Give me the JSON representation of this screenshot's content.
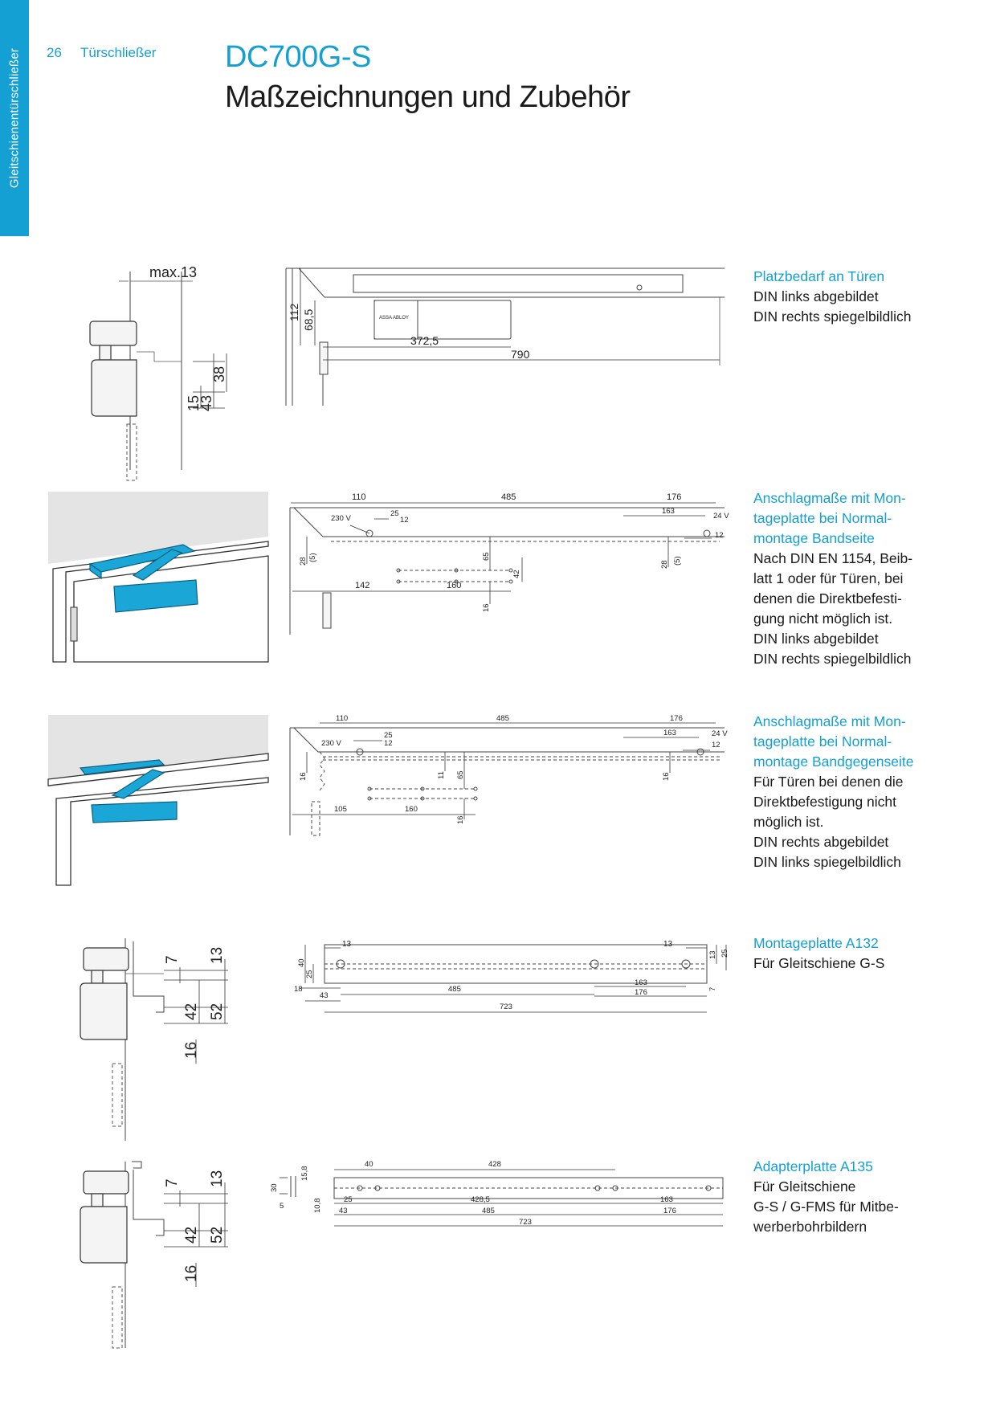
{
  "header": {
    "side_tab": "Gleitschienentürschließer",
    "page_number": "26",
    "section": "Türschließer",
    "title": "DC700G-S",
    "subtitle": "Maßzeichnungen und Zubehör"
  },
  "colors": {
    "accent": "#14a0d2",
    "text": "#1a1a1a",
    "product_blue": "#1aa6d6"
  },
  "captions": [
    {
      "heading": "Platzbedarf an Türen",
      "body": "DIN links abgebildet\nDIN rechts spiegelbildlich"
    },
    {
      "heading": "Anschlagmaße mit Mon-\ntageplatte bei Normal-\nmontage Bandseite",
      "body": "Nach DIN EN 1154, Beib-\nlatt 1 oder für Türen, bei\ndenen die Direktbefesti-\ngung nicht möglich ist.\nDIN links abgebildet\nDIN rechts spiegelbildlich"
    },
    {
      "heading": "Anschlagmaße mit Mon-\ntageplatte bei Normal-\nmontage Bandgegenseite",
      "body": "Für Türen bei denen die\nDirektbefestigung nicht\nmöglich ist.\nDIN rechts abgebildet\nDIN links spiegelbildlich"
    },
    {
      "heading": "Montageplatte A132",
      "body": "Für Gleitschiene G-S"
    },
    {
      "heading": "Adapterplatte A135",
      "body": "Für Gleitschiene\nG-S / G-FMS für Mitbe-\nwerberbohrbildern"
    }
  ],
  "drawing1": {
    "side": {
      "max": "max.13",
      "d15": "15",
      "d43": "43",
      "d38": "38"
    },
    "front": {
      "d112": "112",
      "d68": "68,5",
      "d372": "372,5",
      "d790": "790",
      "brand": "ASSA ABLOY"
    }
  },
  "drawing2": {
    "d110": "110",
    "d485": "485",
    "d176": "176",
    "d230": "230 V",
    "d25": "25",
    "d12a": "12",
    "d163": "163",
    "d24": "24 V",
    "d12b": "12",
    "d28a": "28",
    "d5a": "(5)",
    "d65": "65",
    "d42": "42",
    "d28b": "28",
    "d5b": "(5)",
    "d142": "142",
    "d160": "160",
    "d16": "16"
  },
  "drawing3": {
    "d110": "110",
    "d485": "485",
    "d176": "176",
    "d230": "230 V",
    "d25": "25",
    "d12a": "12",
    "d163": "163",
    "d24": "24 V",
    "d12b": "12",
    "d16a": "16",
    "d11": "11",
    "d65": "65",
    "d16b": "16",
    "d105": "105",
    "d160": "160",
    "d16c": "16"
  },
  "drawing4": {
    "side": {
      "d7": "7",
      "d13": "13",
      "d42": "42",
      "d52": "52",
      "d16": "16"
    },
    "plate": {
      "d13a": "13",
      "d13b": "13",
      "d40": "40",
      "d25a": "25",
      "d18": "18",
      "d43": "43",
      "d485": "485",
      "d163": "163",
      "d176": "176",
      "d723": "723",
      "d13c": "13",
      "d25b": "25",
      "d7": "7"
    }
  },
  "drawing5": {
    "side": {
      "d7": "7",
      "d13": "13",
      "d42": "42",
      "d52": "52",
      "d16": "16"
    },
    "plate": {
      "d30": "30",
      "d5": "5",
      "d158": "15,8",
      "d108": "10,8",
      "d40": "40",
      "d428": "428",
      "d25": "25",
      "d4285": "428,5",
      "d163": "163",
      "d43": "43",
      "d485": "485",
      "d176": "176",
      "d723": "723"
    }
  }
}
